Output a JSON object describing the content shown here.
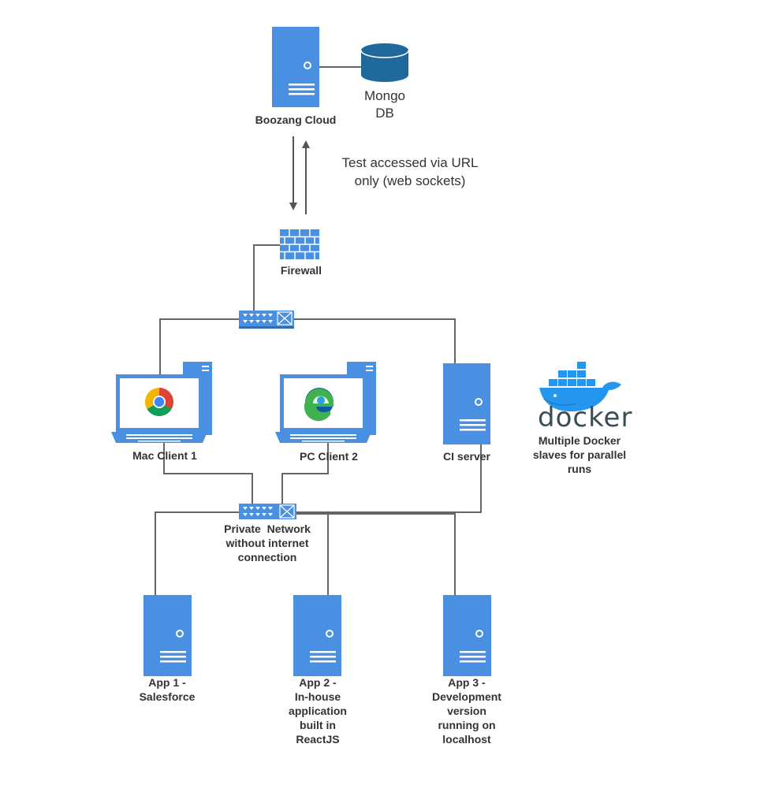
{
  "nodes": {
    "cloud": {
      "label": "Boozang Cloud"
    },
    "mongo": {
      "label_line1": "Mongo",
      "label_line2": "DB"
    },
    "firewall": {
      "label": "Firewall"
    },
    "mac_client": {
      "label": "Mac Client 1"
    },
    "pc_client": {
      "label": "PC Client 2"
    },
    "ci_server": {
      "label": "CI server"
    },
    "private_network": {
      "line1": "Private  Network",
      "line2": "without internet",
      "line3": "connection"
    },
    "app1": {
      "line1": "App 1 -",
      "line2": "Salesforce"
    },
    "app2": {
      "line1": "App 2 -",
      "line2": "In-house",
      "line3": "application",
      "line4": "built in",
      "line5": "ReactJS"
    },
    "app3": {
      "line1": "App 3 -",
      "line2": "Development",
      "line3": "version",
      "line4": "running on",
      "line5": "localhost"
    }
  },
  "annotations": {
    "url_note_line1": "Test accessed via URL",
    "url_note_line2": "only (web sockets)"
  },
  "docker": {
    "wordmark": "docker",
    "caption_line1": "Multiple Docker",
    "caption_line2": "slaves for parallel",
    "caption_line3": "runs"
  },
  "colors": {
    "server_blue": "#4a90e2",
    "db_blue": "#1f6a9a",
    "line_gray": "#555555",
    "docker_blue": "#2496ed"
  }
}
